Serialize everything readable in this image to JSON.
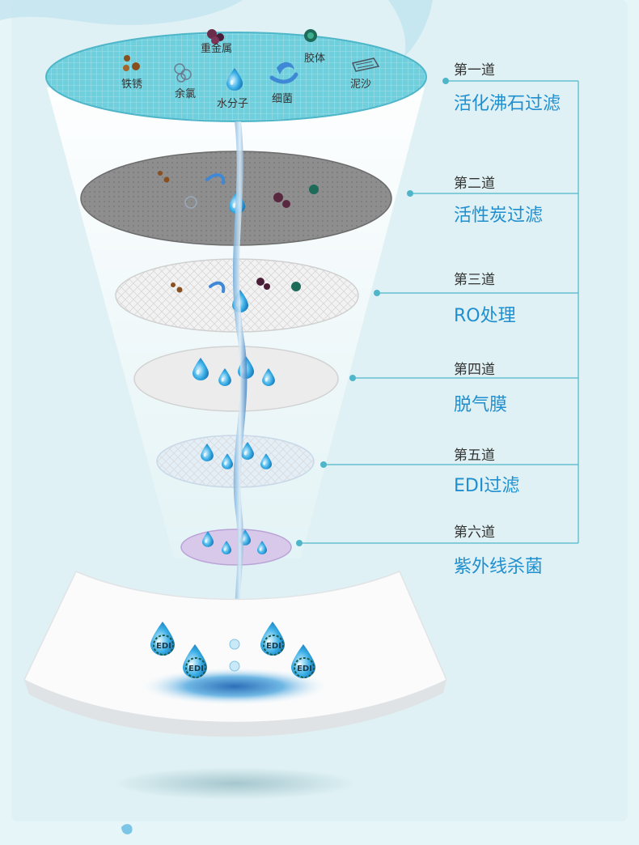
{
  "stages": [
    {
      "step": "第一道",
      "name": "活化沸石过滤"
    },
    {
      "step": "第二道",
      "name": "活性炭过滤"
    },
    {
      "step": "第三道",
      "name": "RO处理"
    },
    {
      "step": "第四道",
      "name": "脱气膜"
    },
    {
      "step": "第五道",
      "name": "EDI过滤"
    },
    {
      "step": "第六道",
      "name": "紫外线杀菌"
    }
  ],
  "contaminants": {
    "rust": "铁锈",
    "residual_chlorine": "余氯",
    "heavy_metal": "重金属",
    "water_molecule": "水分子",
    "bacteria": "细菌",
    "colloid": "胶体",
    "sediment": "泥沙"
  },
  "drop_badge": "EDI",
  "colors": {
    "accent_blue": "#1f8fd0",
    "connector_line": "#4fb6c9",
    "background": "#e6f5f7"
  }
}
